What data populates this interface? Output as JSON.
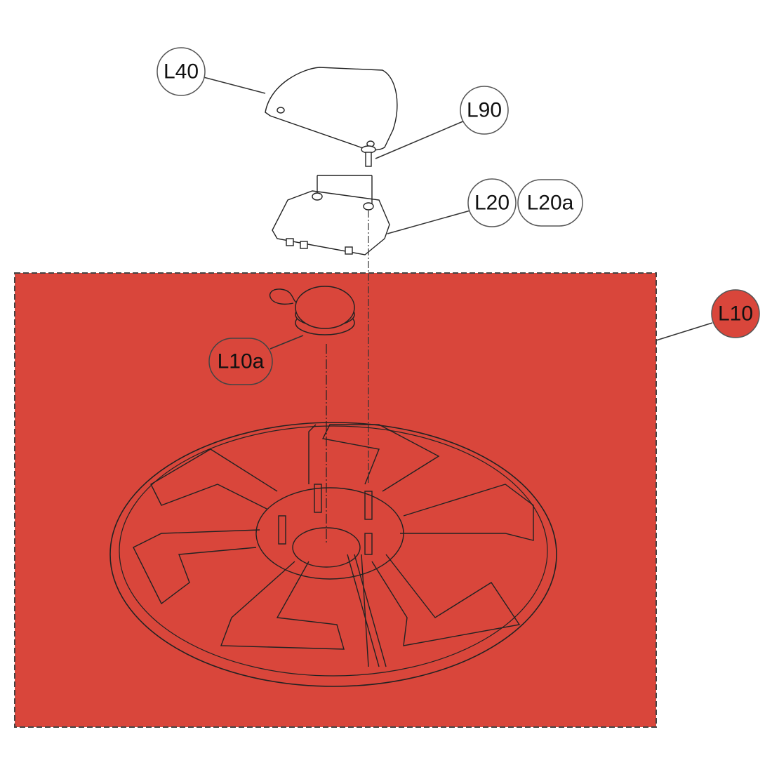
{
  "colors": {
    "highlight": "#d9463b",
    "line": "#333333"
  },
  "callouts": {
    "l40": "L40",
    "l90": "L90",
    "l20": "L20",
    "l20a": "L20a",
    "l10": "L10",
    "l10a": "L10a"
  },
  "highlighted_part": "L10"
}
